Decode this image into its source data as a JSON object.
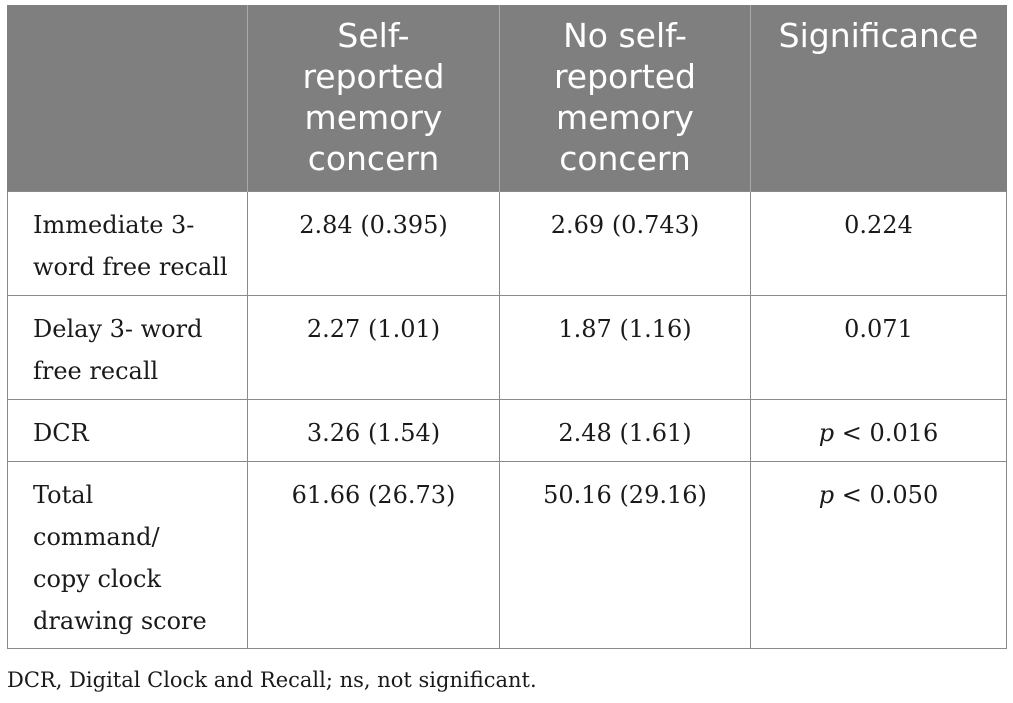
{
  "table": {
    "headers": [
      "",
      "Self-\nreported\nmemory\nconcern",
      "No self-\nreported\nmemory\nconcern",
      "Significance"
    ],
    "rows": [
      {
        "label": "Immediate 3-\nword free recall",
        "self_reported": "2.84 (0.395)",
        "no_self_reported": "2.69 (0.743)",
        "significance": "0.224"
      },
      {
        "label": "Delay 3- word\nfree recall",
        "self_reported": "2.27 (1.01)",
        "no_self_reported": "1.87 (1.16)",
        "significance": "0.071"
      },
      {
        "label": "DCR",
        "self_reported": "3.26 (1.54)",
        "no_self_reported": "2.48 (1.61)",
        "significance_p": "p",
        "significance": " < 0.016"
      },
      {
        "label": "Total\ncommand/\ncopy clock\ndrawing score",
        "self_reported": "61.66 (26.73)",
        "no_self_reported": "50.16 (29.16)",
        "significance_p": "p",
        "significance": " < 0.050"
      }
    ]
  },
  "footnote": "DCR, Digital Clock and Recall; ns, not significant."
}
